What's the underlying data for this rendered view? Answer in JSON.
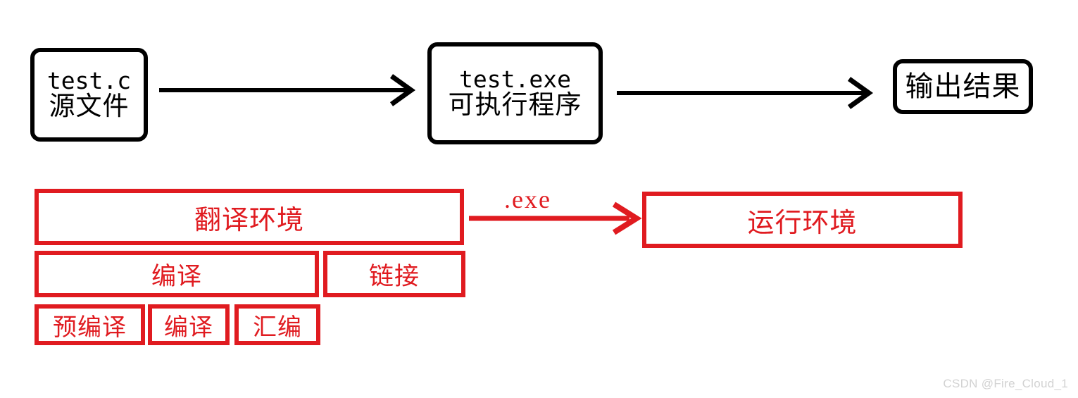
{
  "diagram": {
    "title": "C program translation and execution environment diagram",
    "colors": {
      "black": "#000000",
      "red": "#e01b20",
      "background": "#ffffff",
      "watermark": "#d2d2d2"
    },
    "top_flow": {
      "nodes": [
        {
          "id": "source",
          "line1": "test.c",
          "line2": "源文件"
        },
        {
          "id": "exe",
          "line1": "test.exe",
          "line2": "可执行程序"
        },
        {
          "id": "output",
          "line1": "",
          "line2": "输出结果"
        }
      ],
      "arrows": [
        {
          "id": "compile-arrow",
          "label": "",
          "direction": "right",
          "color": "#000000"
        },
        {
          "id": "run-arrow",
          "label": "",
          "direction": "right",
          "color": "#000000"
        }
      ]
    },
    "environments": {
      "translation": {
        "label": "翻译环境",
        "stages": [
          {
            "label": "编译"
          },
          {
            "label": "链接"
          }
        ],
        "compile_substages": [
          {
            "label": "预编译"
          },
          {
            "label": "编译"
          },
          {
            "label": "汇编"
          }
        ]
      },
      "transfer_arrow": {
        "label": ".exe",
        "direction": "right",
        "color": "#e01b20"
      },
      "runtime": {
        "label": "运行环境"
      }
    },
    "watermark": "CSDN @Fire_Cloud_1"
  }
}
